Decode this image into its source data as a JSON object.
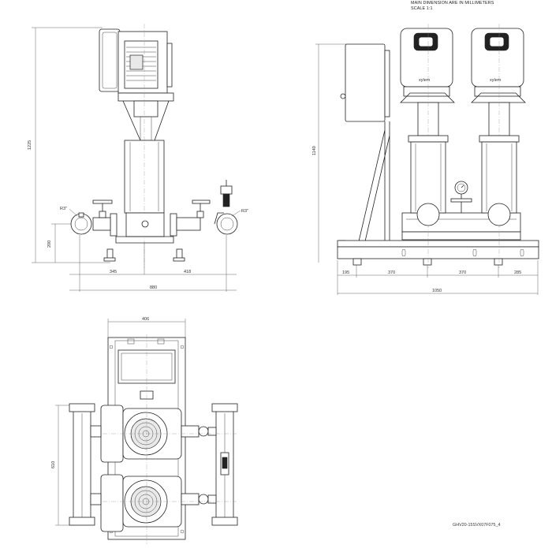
{
  "header": {
    "line1": "MAIN DIMENSION ARE IN MILLIMETERS",
    "line2": "SCALE 1:1"
  },
  "drawing_code": "GHV20-15SVX07F075_4",
  "front_view": {
    "height_total": "1225",
    "height_inlet": "200",
    "dim_left": "345",
    "dim_right": "418",
    "width_total": "880",
    "thread_left": "R3\"",
    "thread_right": "R3\""
  },
  "side_view": {
    "height_total": "1140",
    "seg_1": "195",
    "seg_2": "370",
    "seg_3": "370",
    "seg_4": "285",
    "length_total": "1050",
    "brand": "xylem",
    "brand_2": "xylem"
  },
  "top_view": {
    "width": "406",
    "depth": "610"
  }
}
